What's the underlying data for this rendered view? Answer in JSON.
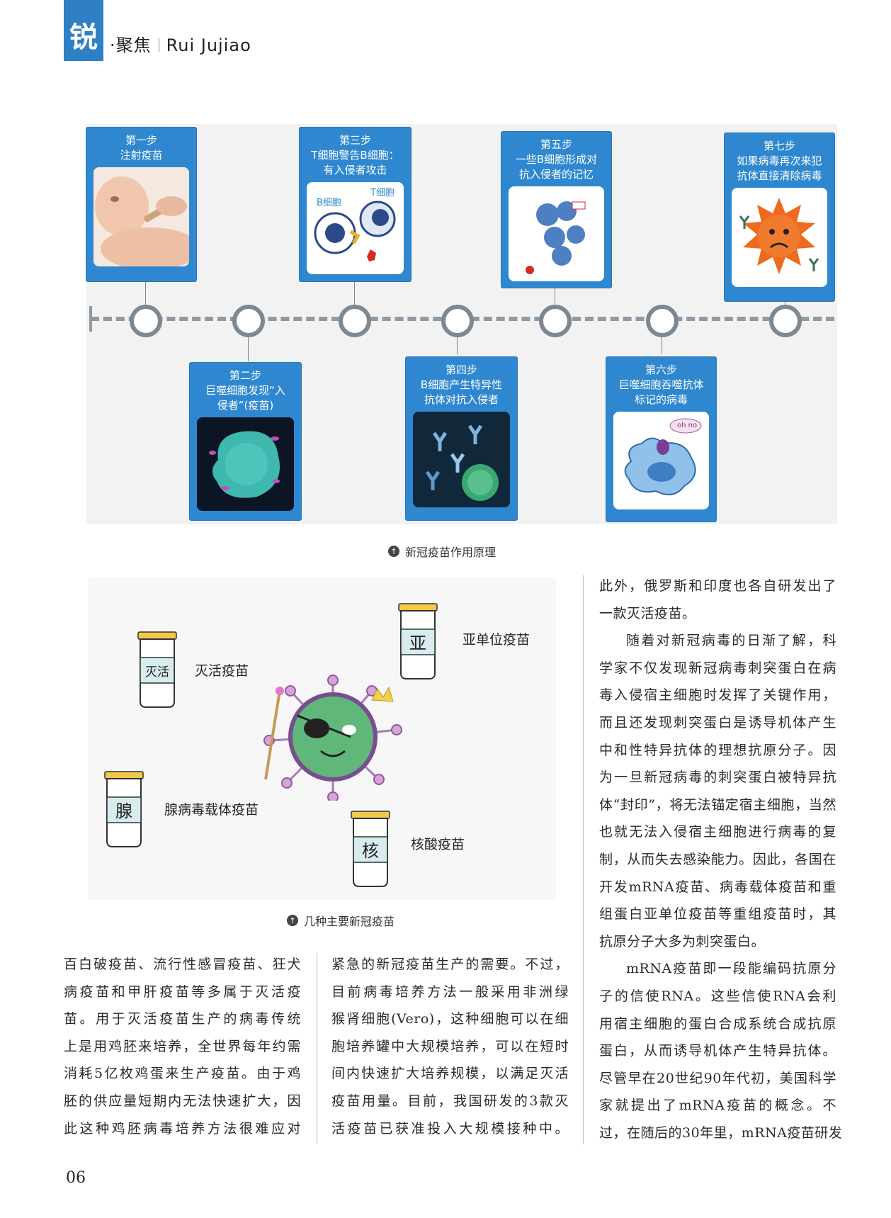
{
  "header": {
    "block_char": "锐",
    "section": "·聚焦",
    "pinyin": "Rui  Jujiao"
  },
  "figure1": {
    "caption": "新冠疫苗作用原理",
    "steps": [
      {
        "title": "第一步\n注射疫苗"
      },
      {
        "title": "第二步\n巨噬细胞发现“入\n侵者”(疫苗)"
      },
      {
        "title": "第三步\nT细胞警告B细胞：\n有入侵者攻击",
        "label_b": "B细胞",
        "label_t": "T细胞"
      },
      {
        "title": "第四步\nB细胞产生特异性\n抗体对抗入侵者"
      },
      {
        "title": "第五步\n一些B细胞形成对\n抗入侵者的记忆"
      },
      {
        "title": "第六步\n巨噬细胞吞噬抗体\n标记的病毒",
        "bubble": "oh no"
      },
      {
        "title": "第七步\n如果病毒再次来犯\n抗体直接清除病毒"
      }
    ]
  },
  "figure2": {
    "caption": "几种主要新冠疫苗",
    "jars": [
      {
        "char": "灭活",
        "label": "灭活疫苗"
      },
      {
        "char": "亚",
        "label": "亚单位疫苗"
      },
      {
        "char": "腺",
        "label": "腺病毒载体疫苗"
      },
      {
        "char": "核",
        "label": "核酸疫苗"
      }
    ]
  },
  "body": {
    "col1": [
      "百白破疫苗、流行性感冒疫苗、狂犬",
      "病疫苗和甲肝疫苗等多属于灭活疫",
      "苗。用于灭活疫苗生产的病毒传统",
      "上是用鸡胚来培养，全世界每年约需",
      "消耗5亿枚鸡蛋来生产疫苗。由于鸡",
      "胚的供应量短期内无法快速扩大，因",
      "此这种鸡胚病毒培养方法很难应对"
    ],
    "col2": [
      "紧急的新冠疫苗生产的需要。不过，",
      "目前病毒培养方法一般采用非洲绿",
      "猴肾细胞(Vero)，这种细胞可以在细",
      "胞培养罐中大规模培养，可以在短时",
      "间内快速扩大培养规模，以满足灭活",
      "疫苗用量。目前，我国研发的3款灭",
      "活疫苗已获准投入大规模接种中。"
    ],
    "col3": [
      "此外，俄罗斯和印度也各自研发出了",
      "一款灭活疫苗。",
      "随着对新冠病毒的日渐了解，科",
      "学家不仅发现新冠病毒刺突蛋白在病",
      "毒入侵宿主细胞时发挥了关键作用，",
      "而且还发现刺突蛋白是诱导机体产生",
      "中和性特异抗体的理想抗原分子。因",
      "为一旦新冠病毒的刺突蛋白被特异抗",
      "体“封印”，将无法锚定宿主细胞，当然",
      "也就无法入侵宿主细胞进行病毒的复",
      "制，从而失去感染能力。因此，各国在",
      "开发mRNA疫苗、病毒载体疫苗和重",
      "组蛋白亚单位疫苗等重组疫苗时，其",
      "抗原分子大多为刺突蛋白。",
      "mRNA疫苗即一段能编码抗原分",
      "子的信使RNA。这些信使RNA会利",
      "用宿主细胞的蛋白合成系统合成抗原",
      "蛋白，从而诱导机体产生特异抗体。",
      "尽管早在20世纪90年代初，美国科学",
      "家就提出了mRNA疫苗的概念。不",
      "过，在随后的30年里，mRNA疫苗研发"
    ]
  },
  "page_number": "06",
  "colors": {
    "accent": "#2f7fc5",
    "card": "#2f88cf",
    "timeline": "#7d8891"
  }
}
